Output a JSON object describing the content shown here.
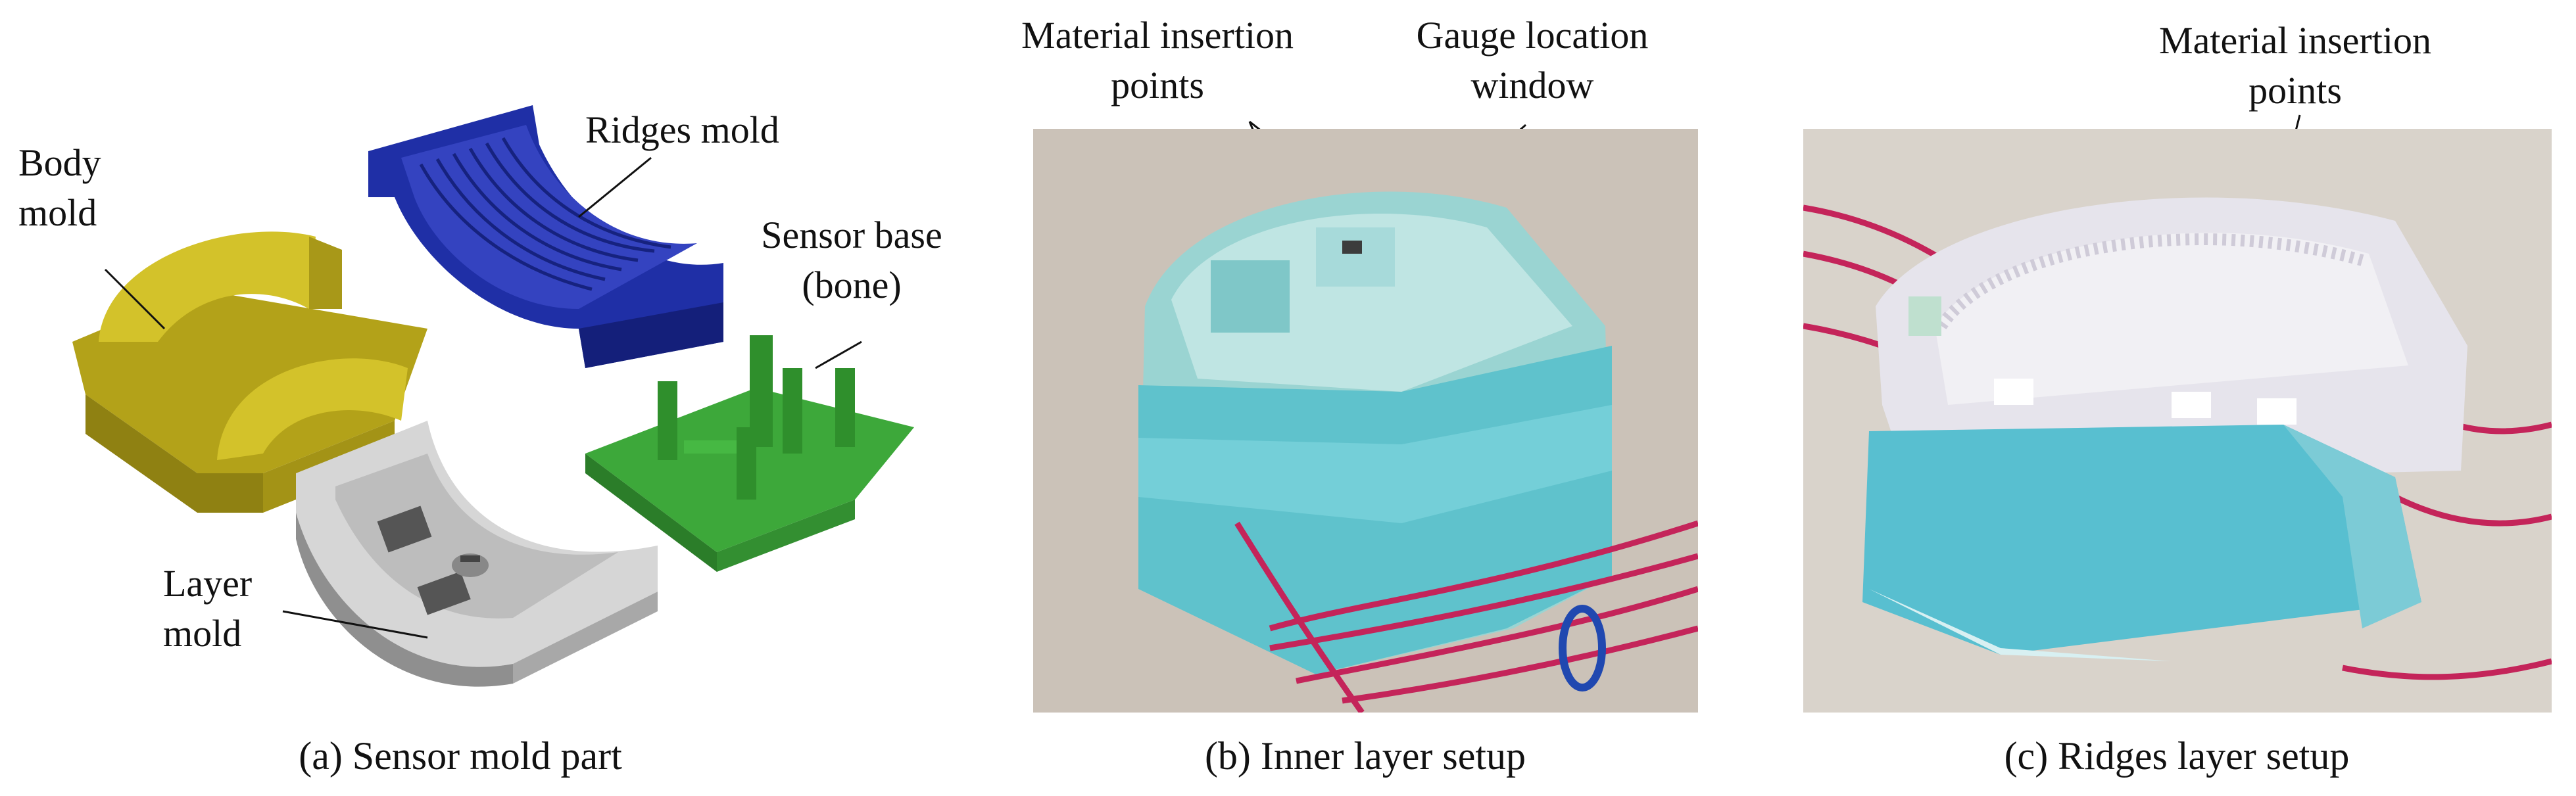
{
  "panel_a": {
    "labels": {
      "body_mold_line1": "Body",
      "body_mold_line2": "mold",
      "ridges_mold": "Ridges mold",
      "sensor_base_line1": "Sensor base",
      "sensor_base_line2": "(bone)",
      "layer_mold_line1": "Layer",
      "layer_mold_line2": "mold"
    },
    "caption": "(a) Sensor mold part",
    "colors": {
      "body_mold": "#c9b820",
      "ridges_mold": "#1f2fa6",
      "sensor_base": "#3da83a",
      "layer_mold": "#cfcfcf"
    }
  },
  "panel_b": {
    "labels": {
      "insertion_line1": "Material insertion",
      "insertion_line2": "points",
      "gauge_line1": "Gauge location",
      "gauge_line2": "window"
    },
    "caption": "(b) Inner layer setup"
  },
  "panel_c": {
    "labels": {
      "insertion_line1": "Material insertion",
      "insertion_line2": "points"
    },
    "caption": "(c) Ridges layer setup"
  }
}
